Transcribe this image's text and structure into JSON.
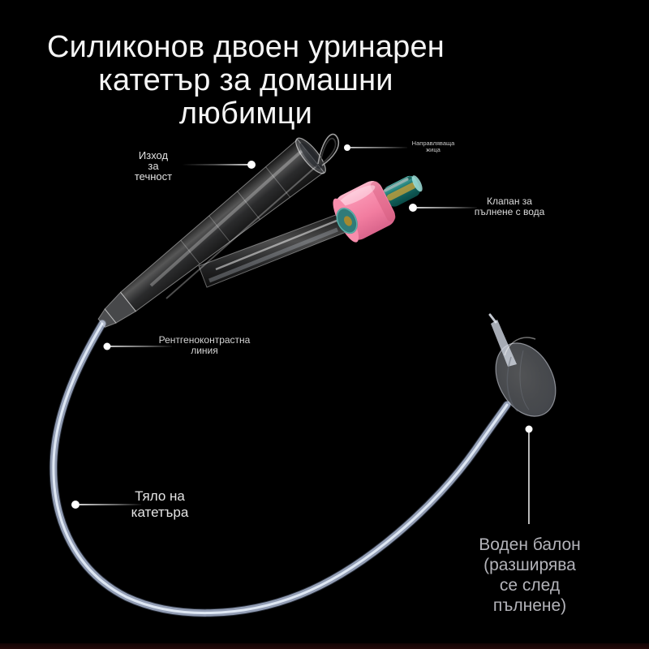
{
  "title": {
    "text": "Силиконов двоен уринарен\nкатетър за домашни любимци"
  },
  "callouts": {
    "fluid_outlet": {
      "text": "Изход\nза\nтечност"
    },
    "guide_wire": {
      "text": "Направляваща\nжица"
    },
    "water_valve": {
      "text": "Клапан за\nпълнене с вода"
    },
    "radiopaque_line": {
      "text": "Рентгеноконтрастна\nлиния"
    },
    "catheter_body": {
      "text": "Тяло на\nкатетъра"
    },
    "water_balloon": {
      "text": "Воден балон (разширява\nсе след пълнене)"
    }
  },
  "colors": {
    "background": "#000000",
    "title_text": "#f5f5f5",
    "balloon_label_text": "#b3b3b9",
    "leader": "#ffffff",
    "valve_pink": "#f78dac",
    "valve_pink_light": "#fcc0d1",
    "tip_teal": "#1f7a74",
    "tube_gray_blue": "#a9b7d2"
  }
}
